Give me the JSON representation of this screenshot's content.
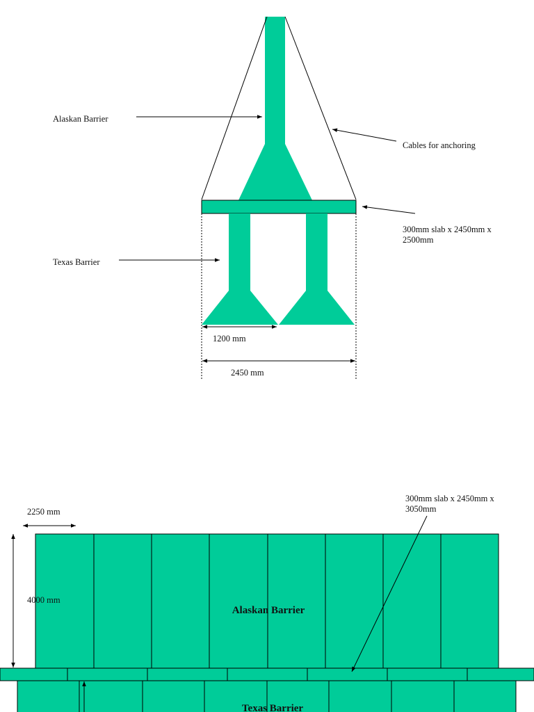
{
  "colors": {
    "barrier_fill": "#00cc99",
    "line": "#000000"
  },
  "end_view": {
    "alaskan_label": "Alaskan Barrier",
    "cables_label": "Cables for anchoring",
    "slab_label_line1": "300mm slab x 2450mm x",
    "slab_label_line2": "2500mm",
    "texas_label": "Texas Barrier",
    "dim_texas_width": "1200 mm",
    "dim_slab_width": "2450 mm"
  },
  "side_view": {
    "slab_label_line1": "300mm slab x 2450mm x",
    "slab_label_line2": "3050mm",
    "dim_panel_width": "2250 mm",
    "dim_height": "4000 mm",
    "alaskan_label": "Alaskan Barrier",
    "texas_label": "Texas Barrier",
    "alaskan_panel_count": 8,
    "slab_segment_count": 7,
    "texas_panel_count": 8
  }
}
